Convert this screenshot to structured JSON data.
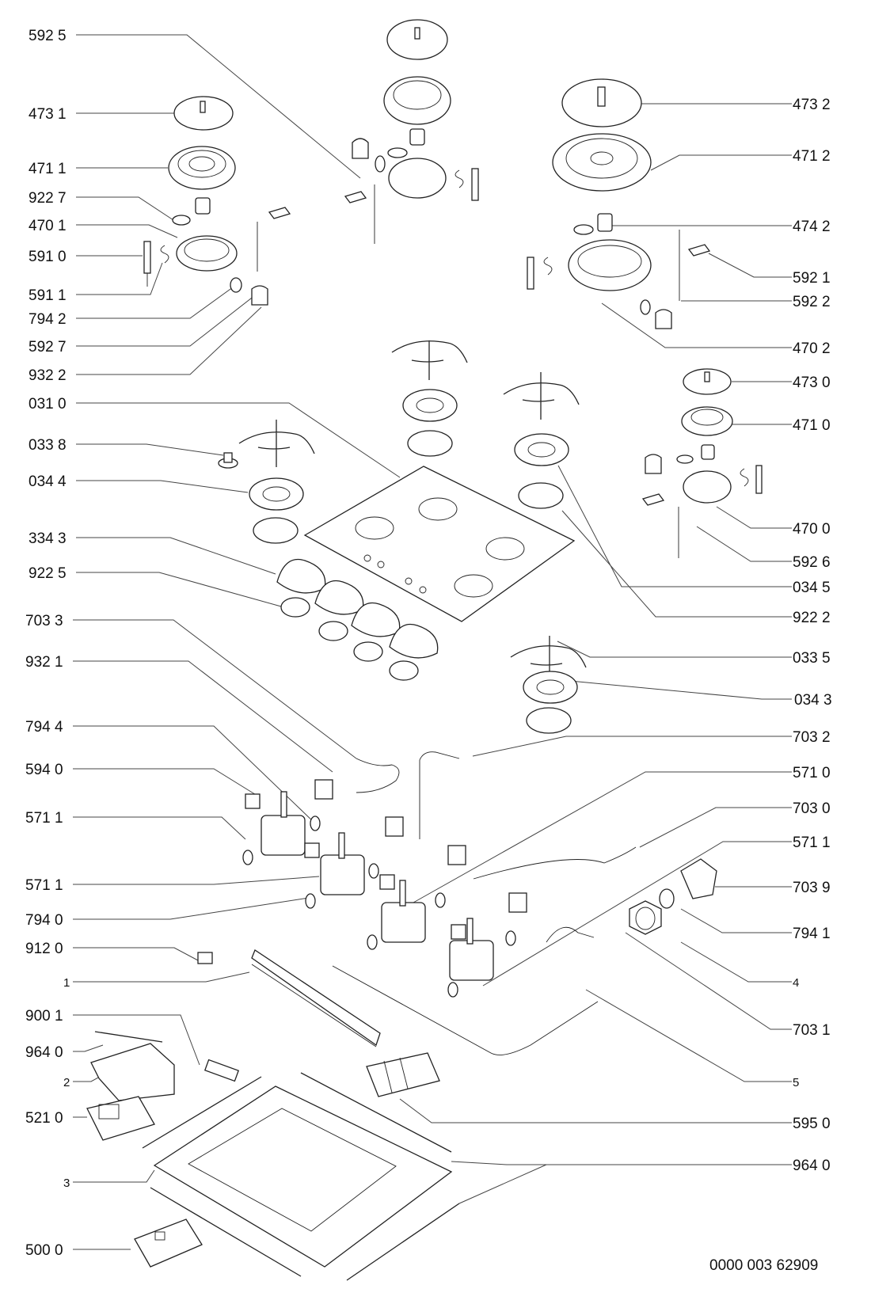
{
  "diagram": {
    "title": "Gas hob exploded parts view",
    "document_number": "0000 003 62909",
    "left_labels": [
      {
        "id": "L1",
        "text": "592 5",
        "part": "electrode-wire"
      },
      {
        "id": "L2",
        "text": "473 1",
        "part": "burner-cap-small"
      },
      {
        "id": "L3",
        "text": "471 1",
        "part": "burner-crown-small"
      },
      {
        "id": "L4",
        "text": "922 7",
        "part": "washer"
      },
      {
        "id": "L5",
        "text": "470 1",
        "part": "burner-body"
      },
      {
        "id": "L6",
        "text": "591 0",
        "part": "thermocouple"
      },
      {
        "id": "L7",
        "text": "591 1",
        "part": "spring-clip"
      },
      {
        "id": "L8",
        "text": "794 2",
        "part": "seal-ring"
      },
      {
        "id": "L9",
        "text": "592 7",
        "part": "ignition-wire"
      },
      {
        "id": "L10",
        "text": "932 2",
        "part": "retaining-clip"
      },
      {
        "id": "L11",
        "text": "031 0",
        "part": "hob-top-plate"
      },
      {
        "id": "L12",
        "text": "033 8",
        "part": "knob-spindle"
      },
      {
        "id": "L13",
        "text": "034 4",
        "part": "burner-ring"
      },
      {
        "id": "L14",
        "text": "334 3",
        "part": "control-knob"
      },
      {
        "id": "L15",
        "text": "922 5",
        "part": "knob-bezel"
      },
      {
        "id": "L16",
        "text": "703 3",
        "part": "gas-pipe"
      },
      {
        "id": "L17",
        "text": "932 1",
        "part": "pipe-clip"
      },
      {
        "id": "L18",
        "text": "794 4",
        "part": "seal-ring"
      },
      {
        "id": "L19",
        "text": "594 0",
        "part": "microswitch"
      },
      {
        "id": "L20",
        "text": "571 1",
        "part": "gas-tap"
      },
      {
        "id": "L21",
        "text": "571 1",
        "part": "gas-tap"
      },
      {
        "id": "L22",
        "text": "794 0",
        "part": "seal-ring"
      },
      {
        "id": "L23",
        "text": "912 0",
        "part": "screw"
      },
      {
        "id": "L24",
        "text": "1",
        "part": "tap-support-rail"
      },
      {
        "id": "L25",
        "text": "900 1",
        "part": "connector"
      },
      {
        "id": "L26",
        "text": "964 0",
        "part": "gasket-strip"
      },
      {
        "id": "L27",
        "text": "2",
        "part": "cover-plate"
      },
      {
        "id": "L28",
        "text": "521 0",
        "part": "control-board"
      },
      {
        "id": "L29",
        "text": "3",
        "part": "base-tray"
      },
      {
        "id": "L30",
        "text": "500 0",
        "part": "ignition-module"
      }
    ],
    "right_labels": [
      {
        "id": "R1",
        "text": "473 2",
        "part": "burner-cap-large"
      },
      {
        "id": "R2",
        "text": "471 2",
        "part": "burner-crown-large"
      },
      {
        "id": "R3",
        "text": "474 2",
        "part": "injector"
      },
      {
        "id": "R4",
        "text": "592 1",
        "part": "clip"
      },
      {
        "id": "R5",
        "text": "592 2",
        "part": "ignition-wire"
      },
      {
        "id": "R6",
        "text": "470 2",
        "part": "burner-body-large"
      },
      {
        "id": "R7",
        "text": "473 0",
        "part": "burner-cap-aux"
      },
      {
        "id": "R8",
        "text": "471 0",
        "part": "burner-crown-aux"
      },
      {
        "id": "R9",
        "text": "470 0",
        "part": "burner-body-aux"
      },
      {
        "id": "R10",
        "text": "592 6",
        "part": "ignition-wire"
      },
      {
        "id": "R11",
        "text": "034 5",
        "part": "burner-ring"
      },
      {
        "id": "R12",
        "text": "922 2",
        "part": "seal-ring"
      },
      {
        "id": "R13",
        "text": "033 5",
        "part": "pan-support"
      },
      {
        "id": "R14",
        "text": "034 3",
        "part": "burner-ring"
      },
      {
        "id": "R15",
        "text": "703 2",
        "part": "gas-pipe"
      },
      {
        "id": "R16",
        "text": "571 0",
        "part": "gas-tap"
      },
      {
        "id": "R17",
        "text": "703 0",
        "part": "gas-pipe"
      },
      {
        "id": "R18",
        "text": "571 1",
        "part": "gas-tap"
      },
      {
        "id": "R19",
        "text": "703 9",
        "part": "elbow-connector"
      },
      {
        "id": "R20",
        "text": "794 1",
        "part": "seal-ring"
      },
      {
        "id": "R21",
        "text": "4",
        "part": "nut"
      },
      {
        "id": "R22",
        "text": "703 1",
        "part": "gas-pipe"
      },
      {
        "id": "R23",
        "text": "5",
        "part": "main-gas-manifold"
      },
      {
        "id": "R24",
        "text": "595 0",
        "part": "switch-block"
      },
      {
        "id": "R25",
        "text": "964 0",
        "part": "gasket-strip"
      }
    ]
  }
}
